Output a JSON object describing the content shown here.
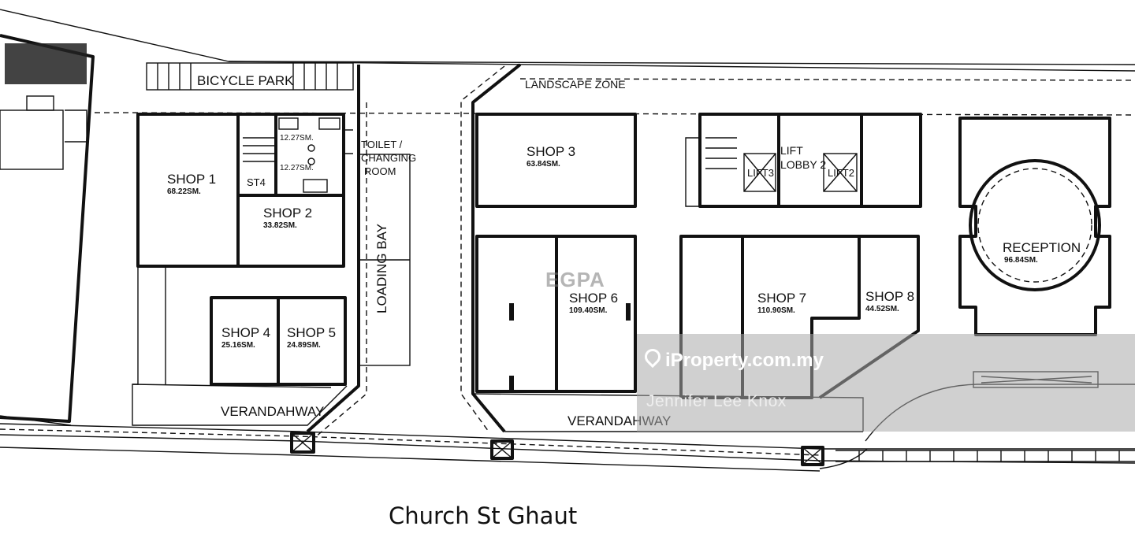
{
  "plan": {
    "bicycle_park": "BICYCLE PARK",
    "landscape_zone": "LANDSCAPE ZONE",
    "toilet": "TOILET /",
    "changing": "CHANGING",
    "room": "ROOM",
    "loading_bay": "LOADING BAY",
    "verandahway": "VERANDAHWAY",
    "reception": {
      "name": "RECEPTION",
      "area": "96.84SM."
    },
    "lift_lobby_1": "LIFT",
    "lift_lobby_2": "LOBBY 2",
    "lift3": "LIFT3",
    "lift2": "LIFT2",
    "stair": "ST4",
    "wc_a": "12.27SM.",
    "wc_b": "12.27SM.",
    "shops": [
      {
        "name": "SHOP 1",
        "area": "68.22SM."
      },
      {
        "name": "SHOP 2",
        "area": "33.82SM."
      },
      {
        "name": "SHOP 3",
        "area": "63.84SM."
      },
      {
        "name": "SHOP 4",
        "area": "25.16SM."
      },
      {
        "name": "SHOP 5",
        "area": "24.89SM."
      },
      {
        "name": "SHOP 6",
        "area": "109.40SM."
      },
      {
        "name": "SHOP 7",
        "area": "110.90SM."
      },
      {
        "name": "SHOP 8",
        "area": "44.52SM."
      }
    ]
  },
  "street_name": "Church St Ghaut",
  "watermark": {
    "site": "iProperty.com.my",
    "agent": "Jennifer Lee Knox",
    "logo": "EGPA"
  },
  "colors": {
    "line": "#111111",
    "watermark_band": "#aaaaaa"
  }
}
